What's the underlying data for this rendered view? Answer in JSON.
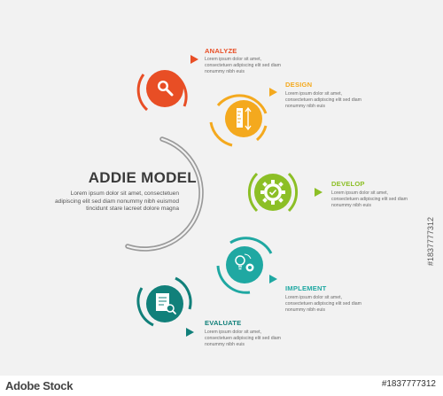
{
  "main": {
    "title": "ADDIE MODEL",
    "subtitle": "Lorem ipsum dolor sit amet, consectetuen adipiscing elit sed diam nonummy nibh euismod tincidunt stare lacreet dolore magna"
  },
  "steps": [
    {
      "label": "ANALYZE",
      "color": "#e84e25",
      "icon": "magnifier-icon",
      "desc": "Lorem ipsum dolor sit amet, consectetuen adipiscing elit sed diam nonummy nibh euis"
    },
    {
      "label": "DESIGN",
      "color": "#f4a91e",
      "icon": "ruler-pencil-icon",
      "desc": "Lorem ipsum dolor sit amet, consectetuen adipiscing elit sed diam nonummy nibh euis"
    },
    {
      "label": "DEVELOP",
      "color": "#8cbf26",
      "icon": "gear-check-icon",
      "desc": "Lorem ipsum dolor sit amet, consectetuen adipiscing elit sed diam nonummy nibh euis"
    },
    {
      "label": "IMPLEMENT",
      "color": "#1fa8a2",
      "icon": "idea-gear-icon",
      "desc": "Lorem ipsum dolor sit amet, consectetuen adipiscing elit sed diam nonummy nibh euis"
    },
    {
      "label": "EVALUATE",
      "color": "#11807a",
      "icon": "document-search-icon",
      "desc": "Lorem ipsum dolor sit amet, consectetuen adipiscing elit sed diam nonummy nibh euis"
    }
  ],
  "watermark": {
    "logo": "Adobe Stock",
    "id": "#1837777312",
    "side": "#1837777312"
  }
}
